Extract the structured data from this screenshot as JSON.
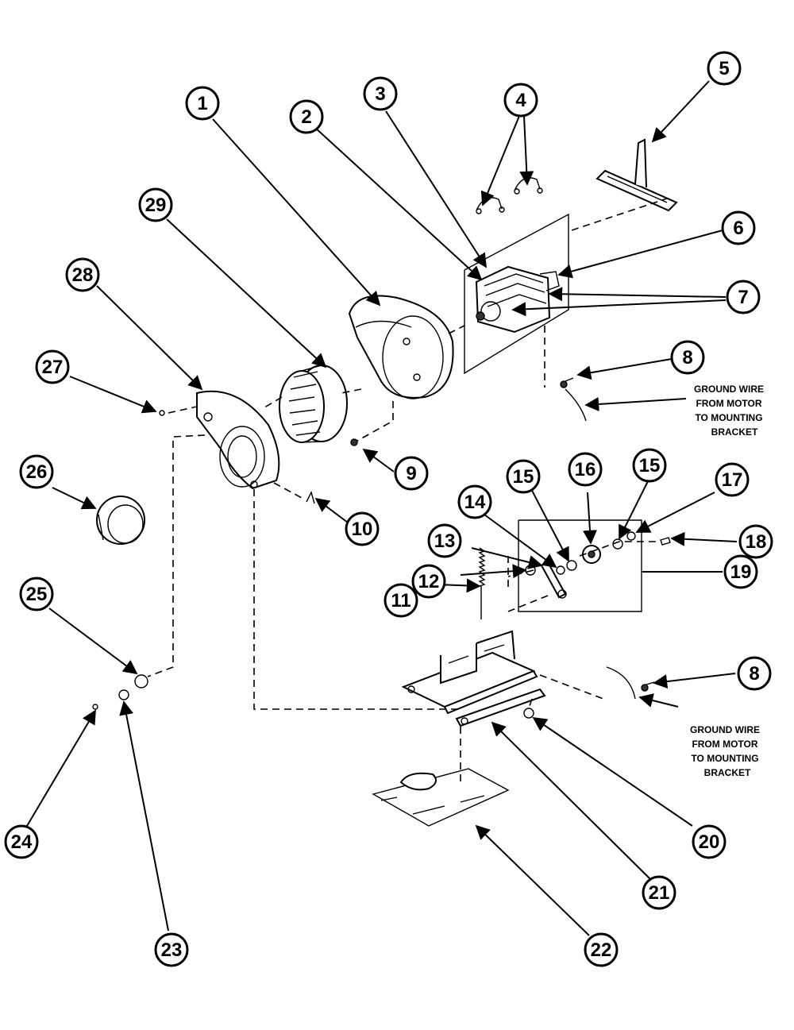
{
  "callouts": [
    "1",
    "2",
    "3",
    "4",
    "5",
    "6",
    "7",
    "8",
    "9",
    "10",
    "11",
    "12",
    "13",
    "14",
    "15",
    "16",
    "15",
    "17",
    "18",
    "19",
    "8",
    "20",
    "21",
    "22",
    "23",
    "24",
    "25",
    "26",
    "27",
    "28",
    "29"
  ],
  "notes": {
    "ground_wire_upper": [
      "GROUND WIRE",
      "FROM MOTOR",
      "TO MOUNTING",
      "BRACKET"
    ],
    "ground_wire_lower": [
      "GROUND WIRE",
      "FROM MOTOR",
      "TO MOUNTING",
      "BRACKET"
    ]
  }
}
